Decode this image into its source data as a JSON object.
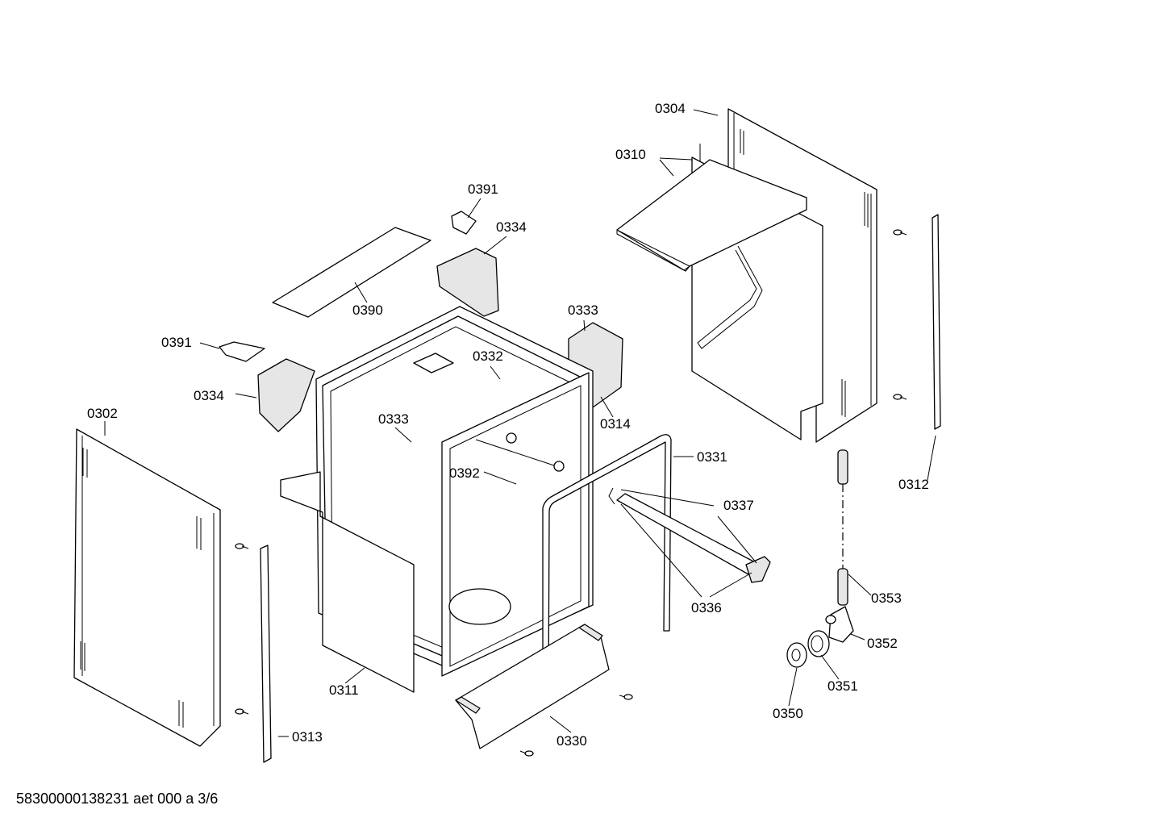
{
  "footer": {
    "text": "58300000138231 aet 000 a 3/6"
  },
  "callouts": {
    "c0304": "0304",
    "c0310": "0310",
    "c0391a": "0391",
    "c0334a": "0334",
    "c0390": "0390",
    "c0333a": "0333",
    "c0391b": "0391",
    "c0332": "0332",
    "c0334b": "0334",
    "c0302": "0302",
    "c0333b": "0333",
    "c0314": "0314",
    "c0331": "0331",
    "c0392": "0392",
    "c0337": "0337",
    "c0312": "0312",
    "c0353": "0353",
    "c0336": "0336",
    "c0352": "0352",
    "c0311": "0311",
    "c0351": "0351",
    "c0350": "0350",
    "c0313": "0313",
    "c0330": "0330"
  }
}
